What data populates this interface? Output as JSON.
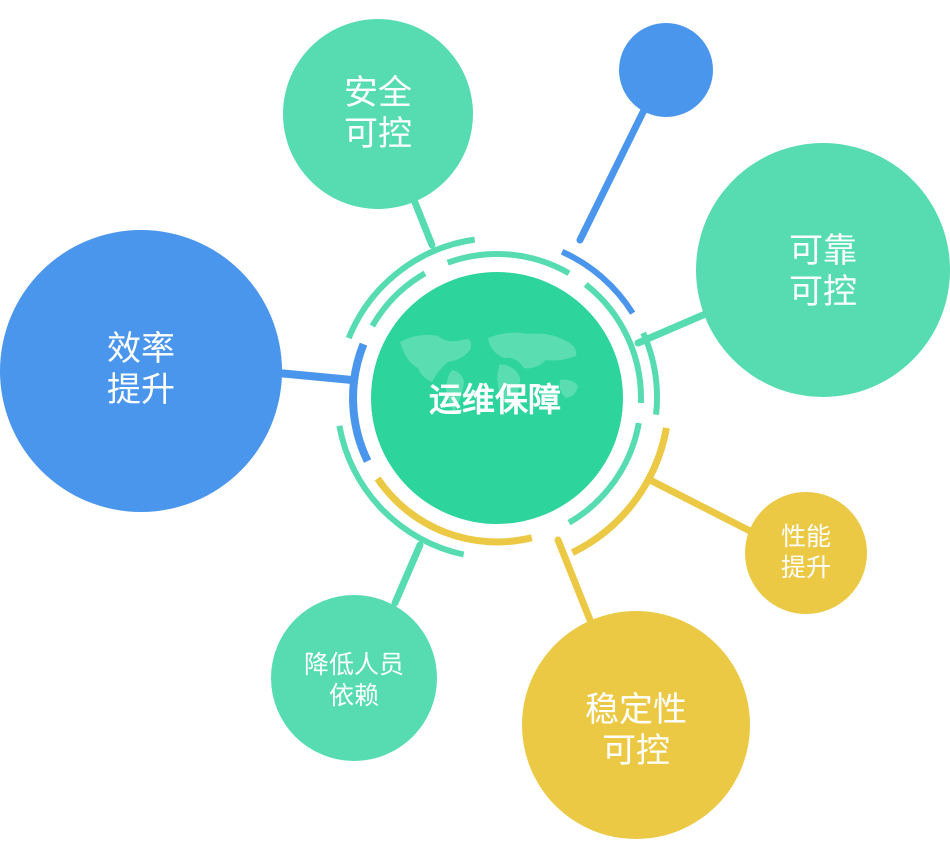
{
  "center": {
    "title": "运维保障"
  },
  "nodes": {
    "security": {
      "line1": "安全",
      "line2": "可控"
    },
    "reliable": {
      "line1": "可靠",
      "line2": "可控"
    },
    "efficiency": {
      "line1": "效率",
      "line2": "提升"
    },
    "performance": {
      "line1": "性能",
      "line2": "提升"
    },
    "stability": {
      "line1": "稳定性",
      "line2": "可控"
    },
    "dependency": {
      "line1": "降低人员",
      "line2": "依赖"
    }
  },
  "colors": {
    "green": "#56dcb0",
    "green_center": "#2dd49c",
    "blue": "#4a96ec",
    "yellow": "#ecc945",
    "text": "#ffffff"
  }
}
